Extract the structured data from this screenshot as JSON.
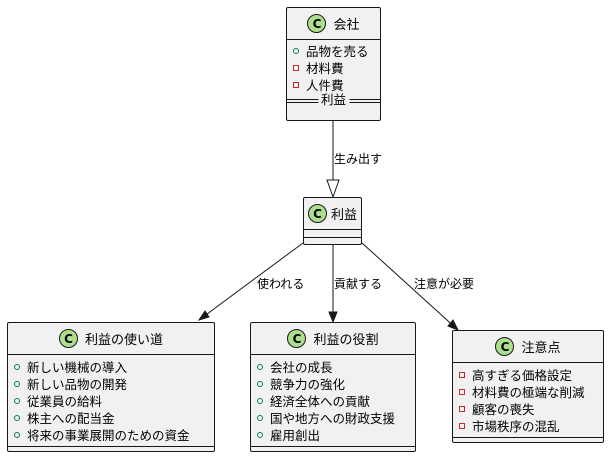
{
  "classes": {
    "company": {
      "name": "会社",
      "badge": "C",
      "members": [
        {
          "visibility": "public",
          "text": "品物を売る"
        },
        {
          "visibility": "private",
          "text": "材料費"
        },
        {
          "visibility": "private",
          "text": "人件費"
        }
      ],
      "separator_label": "利益"
    },
    "profit": {
      "name": "利益",
      "badge": "C"
    },
    "uses": {
      "name": "利益の使い道",
      "badge": "C",
      "members": [
        {
          "visibility": "public",
          "text": "新しい機械の導入"
        },
        {
          "visibility": "public",
          "text": "新しい品物の開発"
        },
        {
          "visibility": "public",
          "text": "従業員の給料"
        },
        {
          "visibility": "public",
          "text": "株主への配当金"
        },
        {
          "visibility": "public",
          "text": "将来の事業展開のための資金"
        }
      ]
    },
    "roles": {
      "name": "利益の役割",
      "badge": "C",
      "members": [
        {
          "visibility": "public",
          "text": "会社の成長"
        },
        {
          "visibility": "public",
          "text": "競争力の強化"
        },
        {
          "visibility": "public",
          "text": "経済全体への貢献"
        },
        {
          "visibility": "public",
          "text": "国や地方への財政支援"
        },
        {
          "visibility": "public",
          "text": "雇用創出"
        }
      ]
    },
    "cautions": {
      "name": "注意点",
      "badge": "C",
      "members": [
        {
          "visibility": "private",
          "text": "高すぎる価格設定"
        },
        {
          "visibility": "private",
          "text": "材料費の極端な削減"
        },
        {
          "visibility": "private",
          "text": "顧客の喪失"
        },
        {
          "visibility": "private",
          "text": "市場秩序の混乱"
        }
      ]
    }
  },
  "edges": {
    "generates": "生み出す",
    "used": "使われる",
    "contributes": "貢献する",
    "caution_needed": "注意が必要"
  },
  "colors": {
    "class_fill": "#f1f1f1",
    "badge_fill": "#addd8e",
    "border": "#181818",
    "public_marker": "#038048",
    "private_marker": "#c82930"
  }
}
